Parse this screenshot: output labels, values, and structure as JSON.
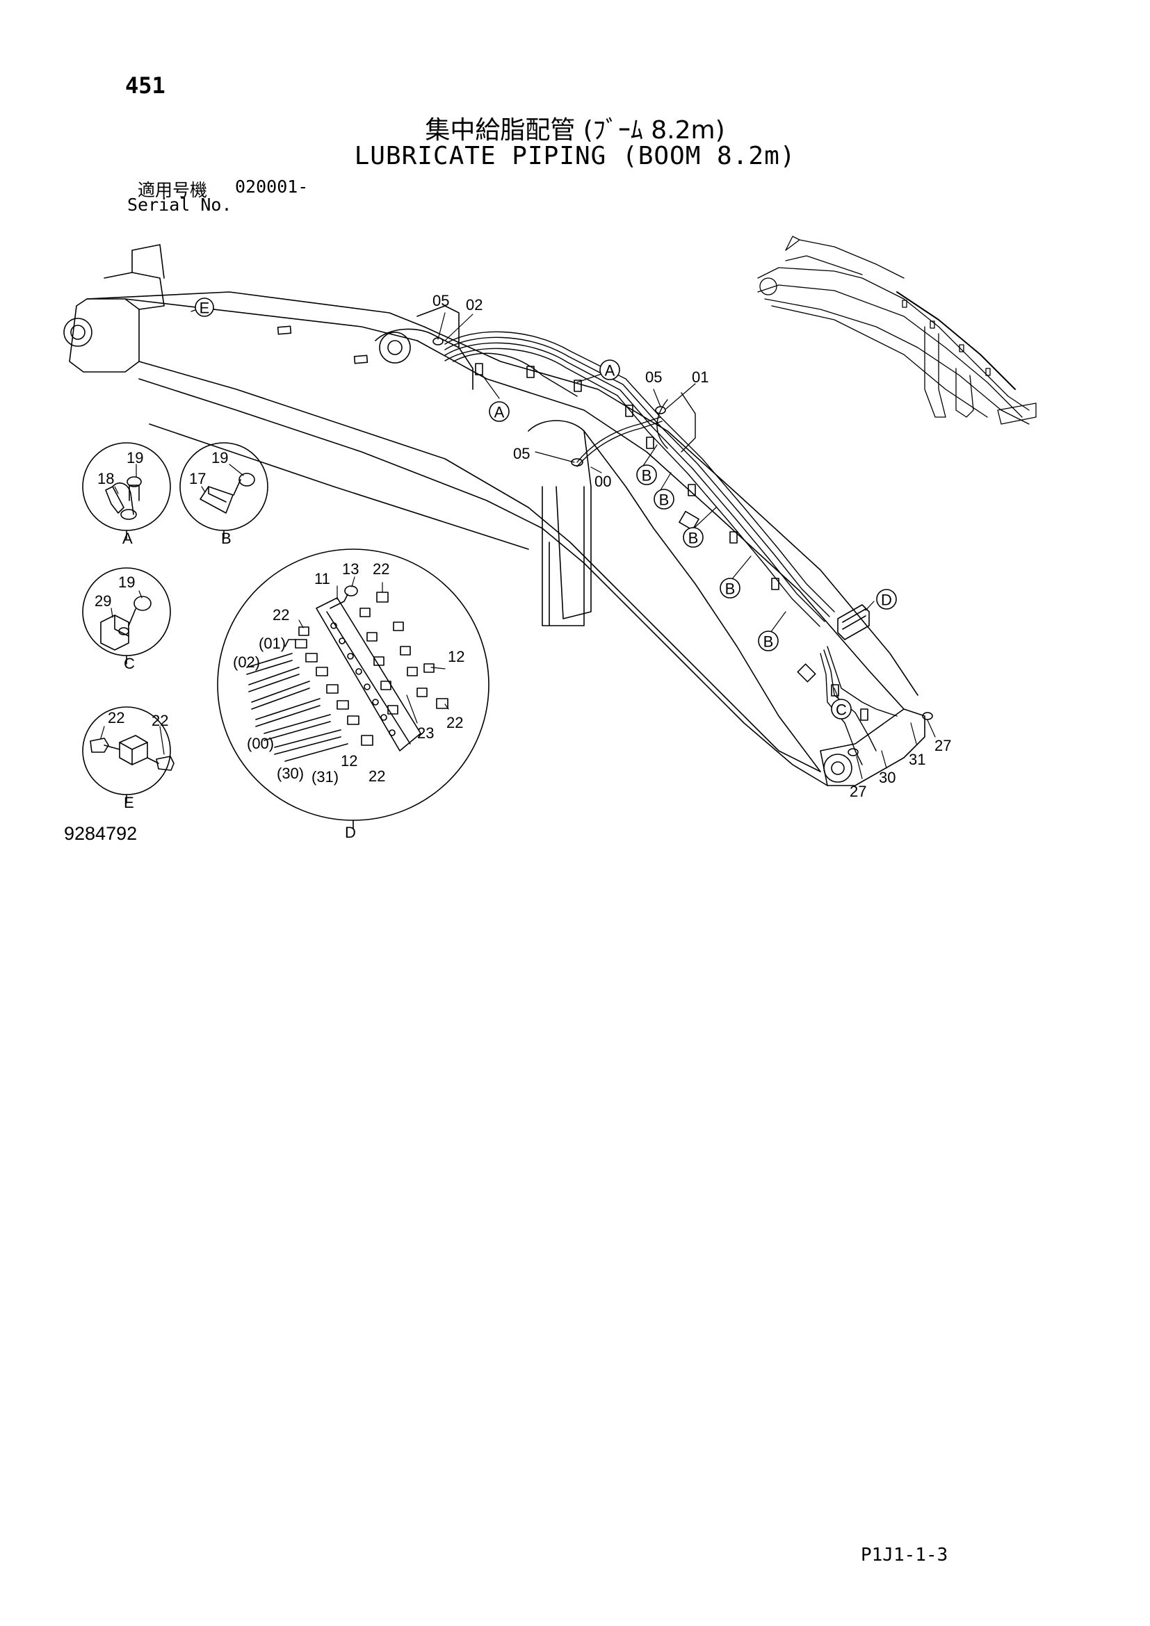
{
  "page": {
    "number": "451",
    "title_jp": "集中給脂配管 (ﾌﾞｰﾑ 8.2m)",
    "title_en": "LUBRICATE PIPING (BOOM 8.2m)",
    "serial_label_jp": "適用号機",
    "serial_value": "020001-",
    "serial_label_en": "Serial No.",
    "figure_number": "9284792",
    "page_code": "P1J1-1-3"
  },
  "main_callouts": {
    "c05a": "05",
    "c02": "02",
    "c05b": "05",
    "c01": "01",
    "c05c": "05",
    "c00": "00",
    "c31": "31",
    "c27a": "27",
    "c30": "30",
    "c27b": "27"
  },
  "circle_markers": {
    "m_e": "E",
    "m_a1": "A",
    "m_a2": "A",
    "m_b1": "B",
    "m_b2": "B",
    "m_b3": "B",
    "m_b4": "B",
    "m_b5": "B",
    "m_c": "C",
    "m_d": "D"
  },
  "details": {
    "a": {
      "caption": "A",
      "n1": "19",
      "n2": "18"
    },
    "b": {
      "caption": "B",
      "n1": "19",
      "n2": "17"
    },
    "c": {
      "caption": "C",
      "n1": "19",
      "n2": "29"
    },
    "e": {
      "caption": "E",
      "n1": "22",
      "n2": "22"
    },
    "d": {
      "caption": "D",
      "n11": "11",
      "n13": "13",
      "n22a": "22",
      "n22b": "22",
      "p01": "(01)",
      "p02": "(02)",
      "n12a": "12",
      "n22c": "22",
      "n23": "23",
      "p00": "(00)",
      "p30": "(30)",
      "p31": "(31)",
      "n12b": "12",
      "n22d": "22"
    }
  }
}
